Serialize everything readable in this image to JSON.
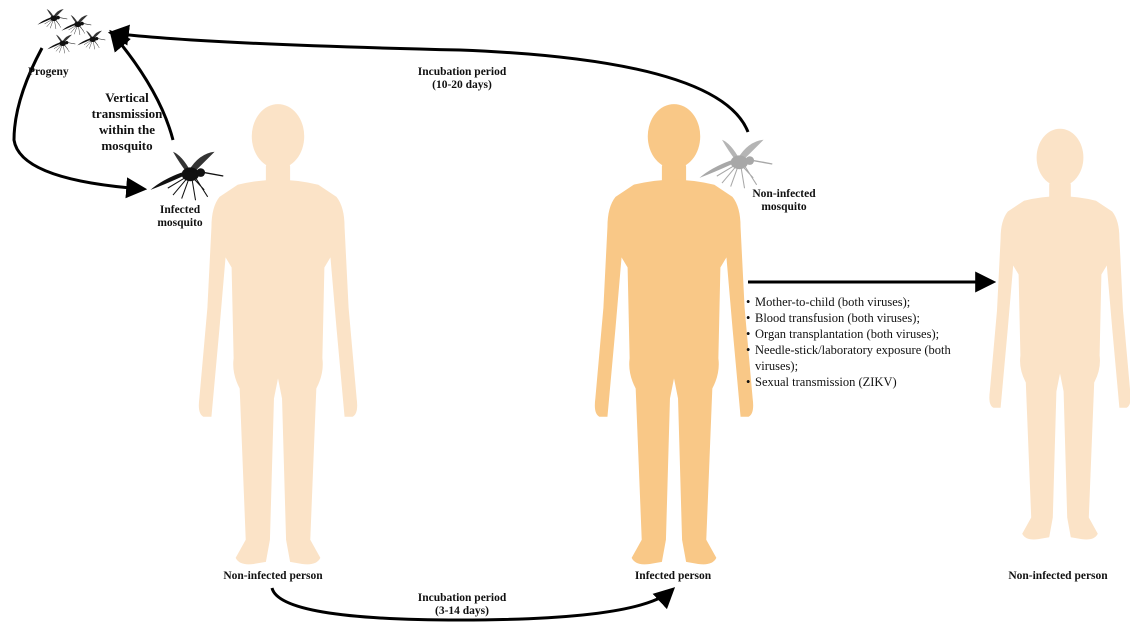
{
  "labels": {
    "progeny": "Progeny",
    "vertical_transmission": [
      "Vertical",
      "transmission",
      "within the",
      "mosquito"
    ],
    "infected_mosquito": [
      "Infected",
      "mosquito"
    ],
    "non_infected_mosquito": [
      "Non-infected",
      "mosquito"
    ],
    "incubation_mosquito": [
      "Incubation period",
      "(10-20 days)"
    ],
    "incubation_human": [
      "Incubation period",
      "(3-14 days)"
    ],
    "person_left": "Non-infected person",
    "person_center": "Infected person",
    "person_right": "Non-infected person"
  },
  "other_routes": [
    "Mother-to-child (both viruses);",
    "Blood transfusion (both viruses);",
    "Organ transplantation (both viruses);",
    "Needle-stick/laboratory exposure (both viruses);",
    "Sexual transmission (ZIKV)"
  ],
  "colors": {
    "non_infected_person": "#fbe3c7",
    "infected_person": "#f9c887",
    "infected_mosquito": "#111111",
    "non_infected_mosquito": "#a8a8a8",
    "arrow": "#000000"
  }
}
